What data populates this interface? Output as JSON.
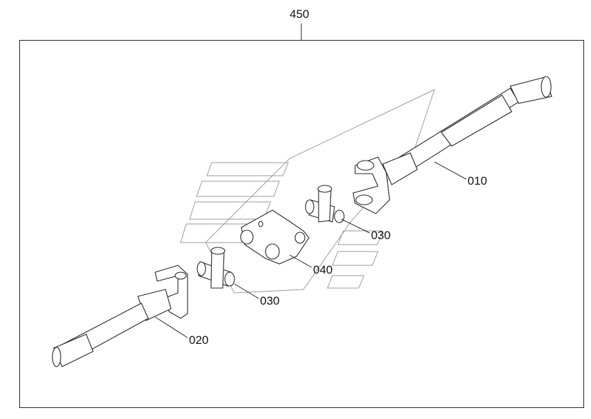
{
  "assembly_label": "450",
  "callouts": [
    {
      "part": "010"
    },
    {
      "part": "030"
    },
    {
      "part": "040"
    },
    {
      "part": "030"
    },
    {
      "part": "020"
    }
  ],
  "colors": {
    "line": "#222222",
    "watermark": "#999999"
  }
}
